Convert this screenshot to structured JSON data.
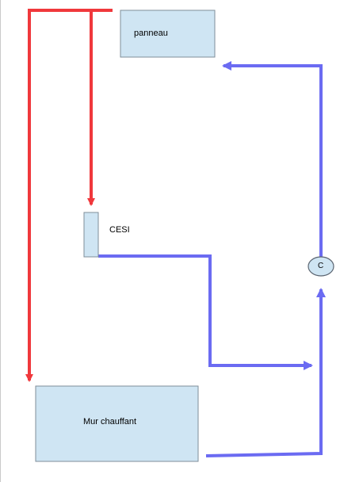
{
  "diagram": {
    "nodes": {
      "panneau": {
        "label": "panneau"
      },
      "cesi": {
        "label": "CESI"
      },
      "mur": {
        "label": "Mur chauffant"
      },
      "circulator": {
        "label": "C"
      }
    },
    "colors": {
      "hot_line": "#f0383c",
      "cold_line": "#6b6bf2",
      "box_fill": "#cfe5f3",
      "box_stroke": "#7f8e98",
      "circle_fill": "#cfe5f3",
      "circle_stroke": "#5a6470"
    }
  }
}
